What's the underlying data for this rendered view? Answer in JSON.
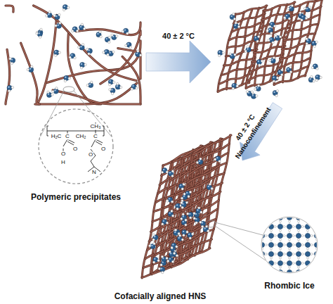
{
  "diagram": {
    "nodes": [
      {
        "text": [
          "Polymeric precipitates"
        ]
      },
      {
        "text": [
          "Rhombic Ice"
        ]
      }
    ],
    "labels": [
      "40 ± 2 °C",
      "H₂C",
      "C",
      "CH₂",
      "C",
      "CH₃",
      "O",
      "O",
      "H",
      "O",
      "O",
      "N",
      "40 ± 2 °C",
      "Nanoconfinement",
      "Cofacially aligned HNS"
    ]
  }
}
